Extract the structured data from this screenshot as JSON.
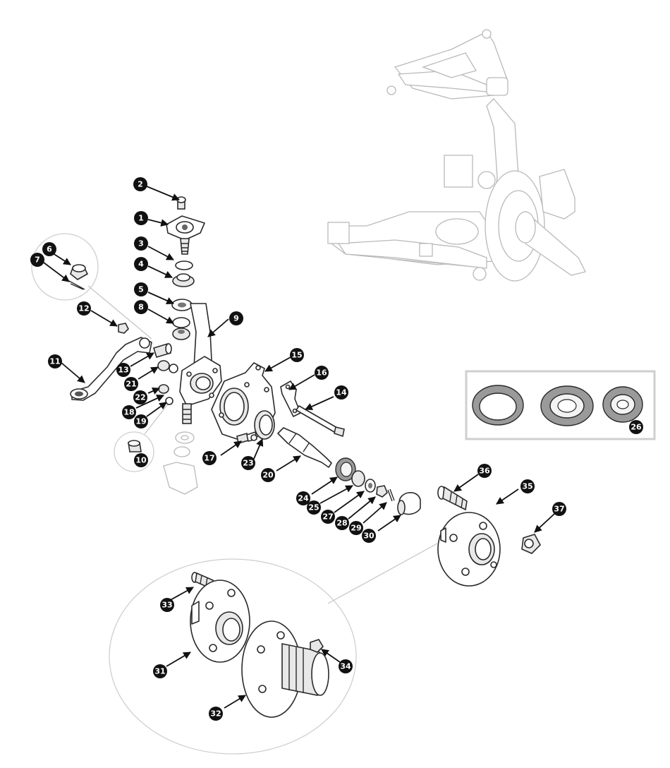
{
  "callouts": [
    {
      "id": "1",
      "label": "1"
    },
    {
      "id": "2",
      "label": "2"
    },
    {
      "id": "3",
      "label": "3"
    },
    {
      "id": "4",
      "label": "4"
    },
    {
      "id": "5",
      "label": "5"
    },
    {
      "id": "6",
      "label": "6"
    },
    {
      "id": "7",
      "label": "7"
    },
    {
      "id": "8",
      "label": "8"
    },
    {
      "id": "9",
      "label": "9"
    },
    {
      "id": "10",
      "label": "10"
    },
    {
      "id": "11",
      "label": "11"
    },
    {
      "id": "12",
      "label": "12"
    },
    {
      "id": "13",
      "label": "13"
    },
    {
      "id": "14",
      "label": "14"
    },
    {
      "id": "15",
      "label": "15"
    },
    {
      "id": "16",
      "label": "16"
    },
    {
      "id": "17",
      "label": "17"
    },
    {
      "id": "18",
      "label": "18"
    },
    {
      "id": "19",
      "label": "19"
    },
    {
      "id": "20",
      "label": "20"
    },
    {
      "id": "21",
      "label": "21"
    },
    {
      "id": "22",
      "label": "22"
    },
    {
      "id": "23",
      "label": "23"
    },
    {
      "id": "24",
      "label": "24"
    },
    {
      "id": "25",
      "label": "25"
    },
    {
      "id": "26",
      "label": "26"
    },
    {
      "id": "27",
      "label": "27"
    },
    {
      "id": "28",
      "label": "28"
    },
    {
      "id": "29",
      "label": "29"
    },
    {
      "id": "30",
      "label": "30"
    },
    {
      "id": "31",
      "label": "31"
    },
    {
      "id": "32",
      "label": "32"
    },
    {
      "id": "33",
      "label": "33"
    },
    {
      "id": "34",
      "label": "34"
    },
    {
      "id": "35",
      "label": "35"
    },
    {
      "id": "36",
      "label": "36"
    },
    {
      "id": "37",
      "label": "37"
    }
  ],
  "colors": {
    "badge": "#111111",
    "line": "#2a2a2a",
    "ghost": "#b9b9b9",
    "panel_border": "#cfcfcf"
  }
}
